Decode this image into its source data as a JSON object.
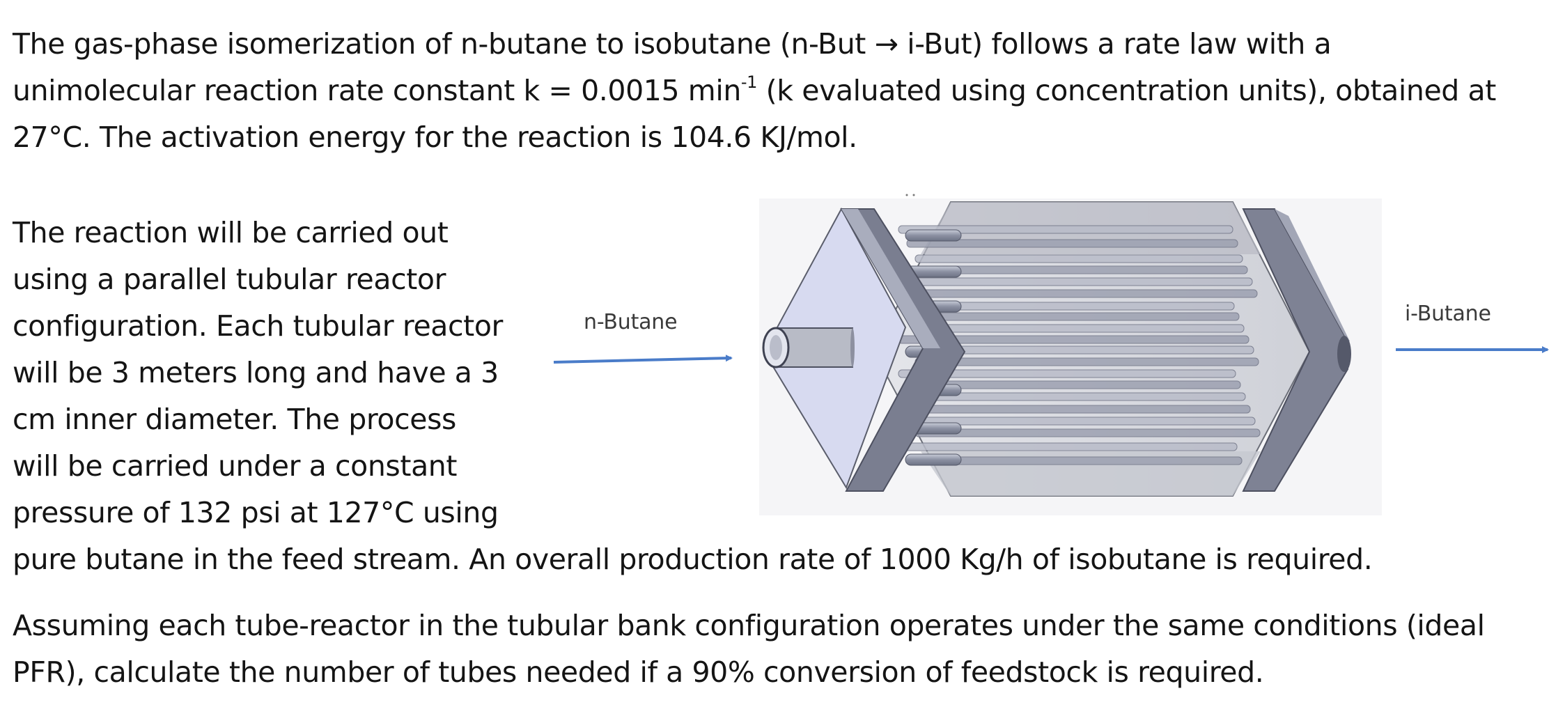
{
  "intro": {
    "line1_a": "The gas-phase isomerization of n-butane to isobutane (n-But ",
    "arrow_symbol": "→",
    "line1_b": " i-But) follows a rate law with a",
    "line2_a": "unimolecular reaction rate constant k = 0.0015 min",
    "line2_sup": "-1",
    "line2_b": " (k evaluated using concentration units), obtained at",
    "line3": "27°C. The activation energy for the reaction is 104.6 KJ/mol."
  },
  "setup": {
    "lines": [
      "The reaction will be carried out",
      "using a parallel tubular reactor",
      "configuration. Each tubular reactor",
      "will be 3 meters long and have a 3",
      "cm inner diameter. The process",
      "will be carried under a constant",
      "pressure of 132 psi at 127°C using",
      "pure butane in the feed stream. An overall production rate of 1000 Kg/h of isobutane is required."
    ]
  },
  "question": {
    "line1": "Assuming each tube-reactor in the tubular bank configuration operates under the same conditions (ideal",
    "line2": "PFR), calculate the number of tubes needed if a 90% conversion of feedstock is required."
  },
  "figure": {
    "inlet_label": "n-Butane",
    "outlet_label": "i-Butane",
    "arrow_color": "#4a7cc9"
  }
}
